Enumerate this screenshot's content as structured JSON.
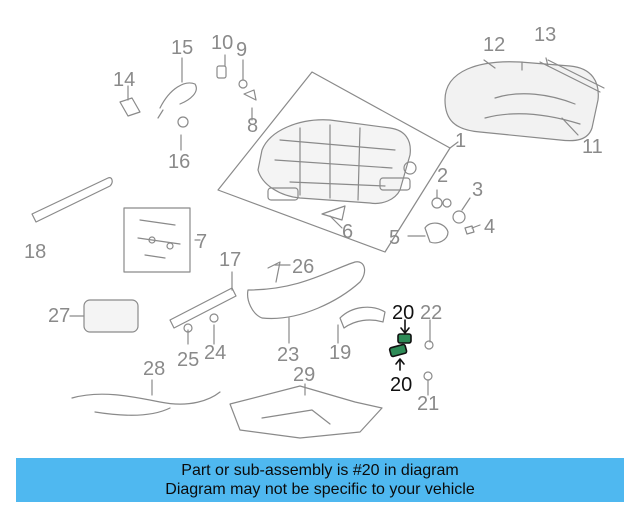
{
  "callouts": {
    "c1": "1",
    "c2": "2",
    "c3": "3",
    "c4": "4",
    "c5": "5",
    "c6": "6",
    "c7": "7",
    "c8": "8",
    "c9": "9",
    "c10": "10",
    "c11": "11",
    "c12": "12",
    "c13": "13",
    "c14": "14",
    "c15": "15",
    "c16": "16",
    "c17": "17",
    "c18": "18",
    "c19": "19",
    "c20a": "20",
    "c20b": "20",
    "c21": "21",
    "c22": "22",
    "c23": "23",
    "c24": "24",
    "c25": "25",
    "c26": "26",
    "c27": "27",
    "c28": "28",
    "c29": "29"
  },
  "highlight": {
    "part_number": "20",
    "color": "#111111",
    "part_color": "#2e8b57"
  },
  "colors": {
    "line": "#8a8a8a",
    "banner": "#4fb8f0"
  },
  "banner": {
    "line1": "Part or sub-assembly is #20 in diagram",
    "line2": "Diagram may not be specific to your vehicle"
  }
}
